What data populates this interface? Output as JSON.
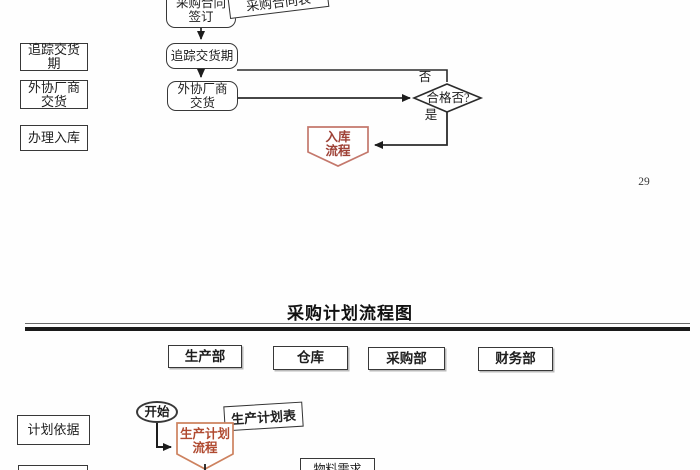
{
  "page": {
    "page_number": "29",
    "background_color": "#fefefe",
    "line_color": "#2b2b2b",
    "accent_border_color": "#c4786c",
    "accent_text_color": "#9e4136",
    "accent_border_color_2": "#cd825f",
    "accent_text_color_2": "#b04a30"
  },
  "top_chart": {
    "left_labels": [
      {
        "label": "追踪交货\n期"
      },
      {
        "label": "外协厂商\n交货"
      },
      {
        "label": "办理入库"
      }
    ],
    "nodes": {
      "contract_sign": "采购合同\n签订",
      "contract_doc": "采购合同表",
      "track_delivery": "追踪交货期",
      "vendor_delivery": "外协厂商\n交货",
      "decision": "合格否?",
      "decision_no": "否",
      "decision_yes": "是",
      "inbound_process": "入库\n流程"
    }
  },
  "bottom_chart": {
    "title": "采购计划流程图",
    "departments": [
      {
        "label": "生产部"
      },
      {
        "label": "仓库"
      },
      {
        "label": "采购部"
      },
      {
        "label": "财务部"
      }
    ],
    "left_labels": [
      {
        "label": "计划依据"
      }
    ],
    "nodes": {
      "start": "开始",
      "production_plan_doc": "生产计划表",
      "production_plan_process": "生产计划\n流程",
      "material_requirement": "物料需求"
    }
  }
}
